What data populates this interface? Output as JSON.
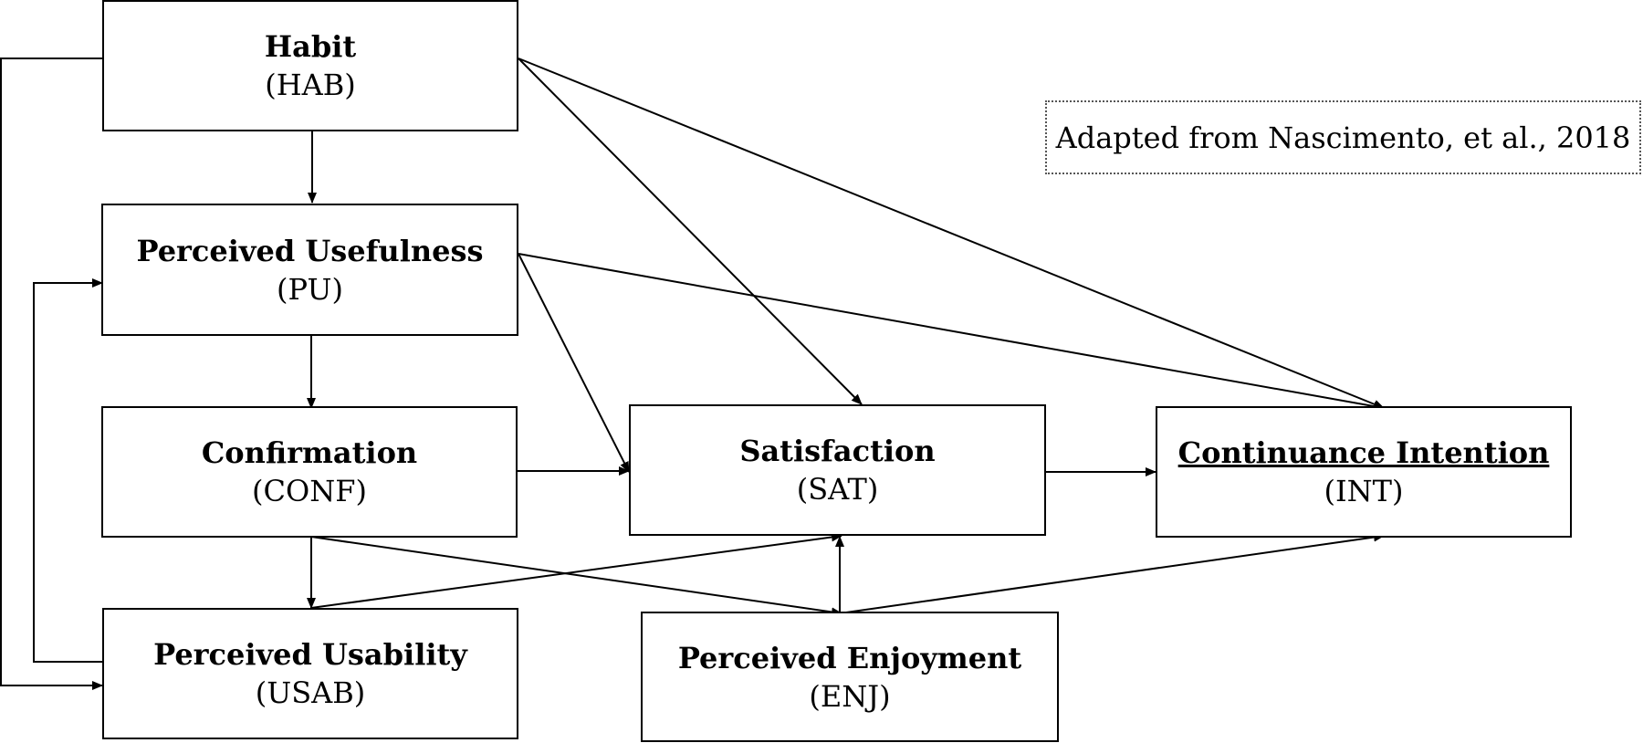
{
  "nodes": {
    "hab": {
      "title": "Habit",
      "abbr": "(HAB)"
    },
    "pu": {
      "title": "Perceived Usefulness",
      "abbr": "(PU)"
    },
    "conf": {
      "title": "Confirmation",
      "abbr": "(CONF)"
    },
    "usab": {
      "title": "Perceived Usability",
      "abbr": "(USAB)"
    },
    "sat": {
      "title": "Satisfaction",
      "abbr": "(SAT)"
    },
    "enj": {
      "title": "Perceived Enjoyment",
      "abbr": "(ENJ)"
    },
    "int": {
      "title": "Continuance Intention",
      "abbr": "(INT)"
    }
  },
  "source_note": "Adapted from Nascimento, et al., 2018",
  "edges": [
    {
      "from": "hab",
      "to": "pu"
    },
    {
      "from": "hab",
      "to": "sat"
    },
    {
      "from": "hab",
      "to": "int"
    },
    {
      "from": "hab",
      "to": "usab"
    },
    {
      "from": "pu",
      "to": "conf"
    },
    {
      "from": "pu",
      "to": "sat"
    },
    {
      "from": "pu",
      "to": "int"
    },
    {
      "from": "conf",
      "to": "sat"
    },
    {
      "from": "conf",
      "to": "usab"
    },
    {
      "from": "conf",
      "to": "enj"
    },
    {
      "from": "usab",
      "to": "pu"
    },
    {
      "from": "usab",
      "to": "sat"
    },
    {
      "from": "enj",
      "to": "sat"
    },
    {
      "from": "enj",
      "to": "int"
    },
    {
      "from": "sat",
      "to": "int"
    }
  ]
}
